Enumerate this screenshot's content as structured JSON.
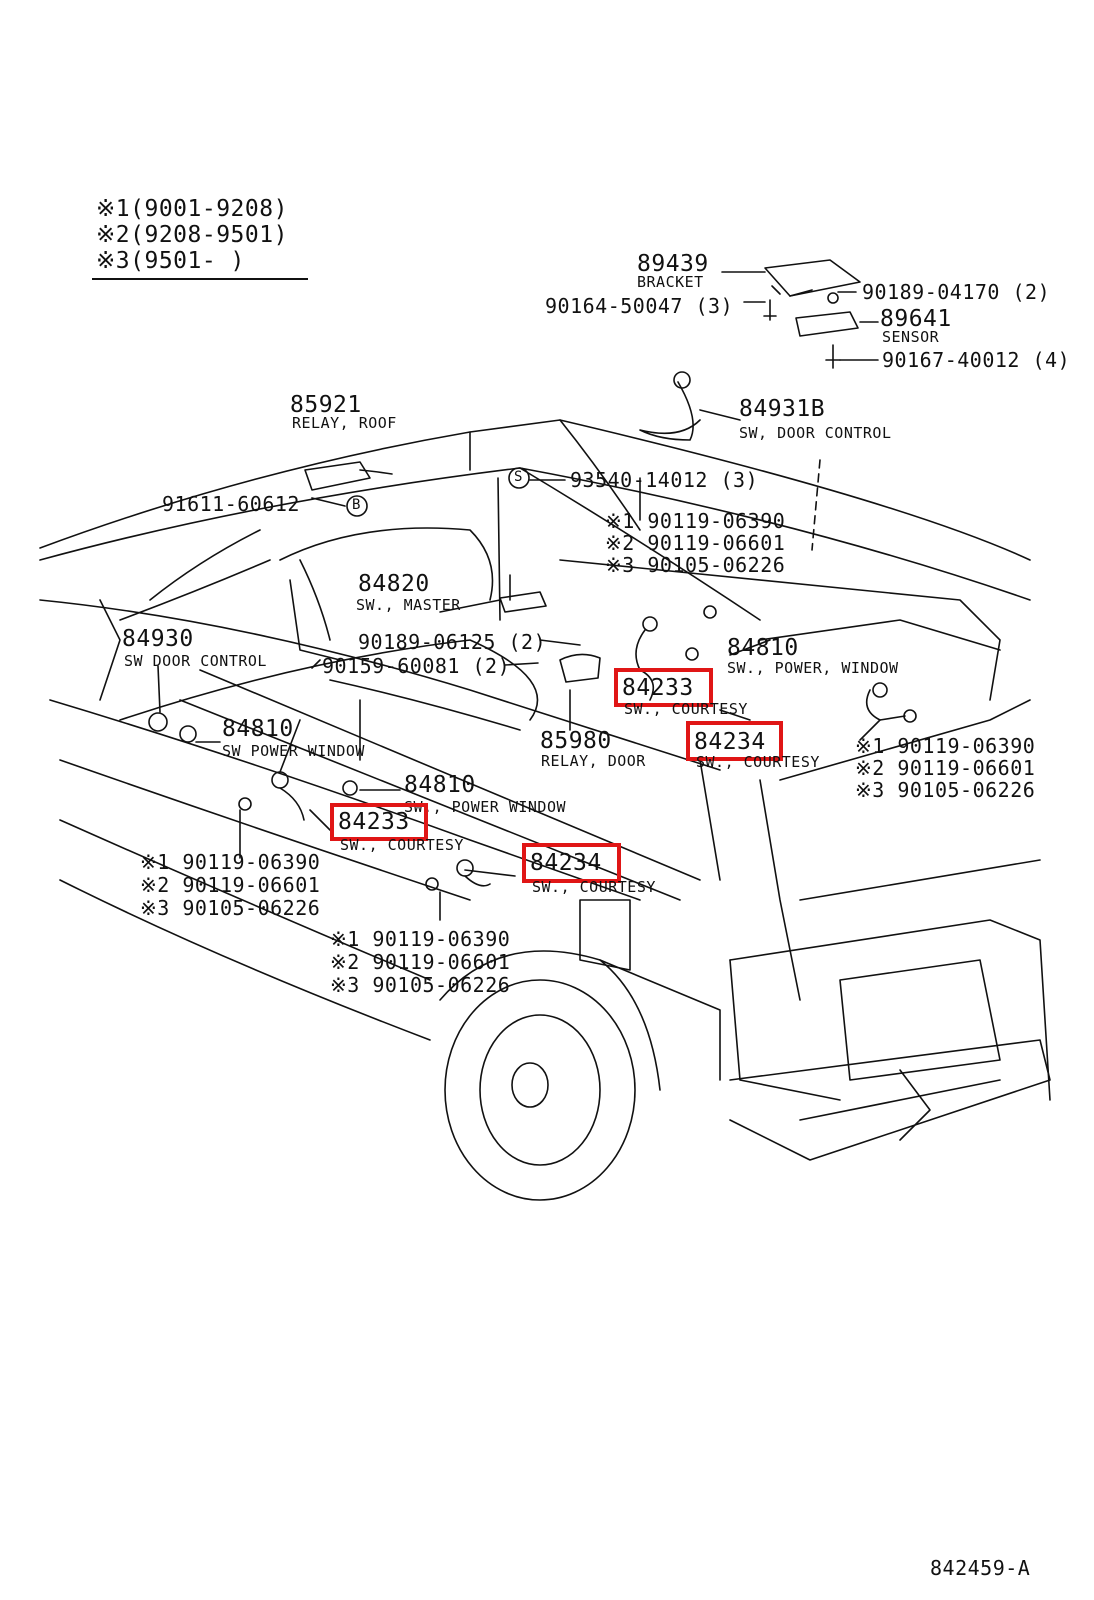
{
  "legend": [
    {
      "mark": "※1",
      "range": "(9001-9208)"
    },
    {
      "mark": "※2",
      "range": "(9208-9501)"
    },
    {
      "mark": "※3",
      "range": "(9501-       )"
    }
  ],
  "parts": {
    "p89439": {
      "num": "89439",
      "name": "BRACKET"
    },
    "p90164": {
      "num": "90164-50047 (3)"
    },
    "p90189a": {
      "num": "90189-04170 (2)"
    },
    "p89641": {
      "num": "89641",
      "name": "SENSOR"
    },
    "p90167": {
      "num": "90167-40012 (4)"
    },
    "p84931": {
      "num": "84931B",
      "name": "SW, DOOR CONTROL"
    },
    "p85921": {
      "num": "85921",
      "name": "RELAY, ROOF"
    },
    "p91611": {
      "num": "91611-60612"
    },
    "p93540": {
      "num": "93540-14012 (3)"
    },
    "group_top": [
      "※1 90119-06390",
      "※2 90119-06601",
      "※3 90105-06226"
    ],
    "p84820": {
      "num": "84820",
      "name": "SW., MASTER"
    },
    "p90189b": {
      "num": "90189-06125 (2)"
    },
    "p90159": {
      "num": "90159-60081 (2)"
    },
    "p84930": {
      "num": "84930",
      "name": "SW  DOOR  CONTROL"
    },
    "p84810a": {
      "num": "84810",
      "name": "SW., POWER, WINDOW"
    },
    "p84233a": {
      "num": "84233",
      "name": "SW., COURTESY"
    },
    "p84234a": {
      "num": "84234",
      "name": "SW., COURTESY"
    },
    "p85980": {
      "num": "85980",
      "name": "RELAY, DOOR"
    },
    "p84810b": {
      "num": "84810",
      "name": "SW  POWER  WINDOW"
    },
    "p84810c": {
      "num": "84810",
      "name": "SW., POWER WINDOW"
    },
    "p84233b": {
      "num": "84233",
      "name": "SW., COURTESY"
    },
    "p84234b": {
      "num": "84234",
      "name": "SW., COURTESY"
    },
    "group_right": [
      "※1 90119-06390",
      "※2 90119-06601",
      "※3 90105-06226"
    ],
    "group_left": [
      "※1 90119-06390",
      "※2 90119-06601",
      "※3 90105-06226"
    ],
    "group_mid": [
      "※1 90119-06390",
      "※2 90119-06601",
      "※3 90105-06226"
    ],
    "bolt_b": "B",
    "bolt_s": "S"
  },
  "highlight_color": "#e01616",
  "figure_id": "842459-A"
}
